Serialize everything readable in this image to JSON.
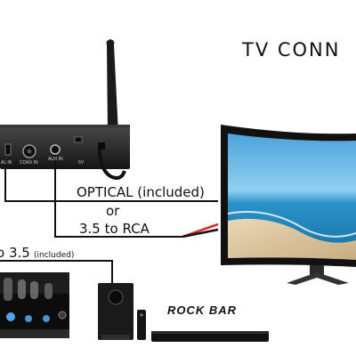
{
  "title": "TV CONN",
  "cable_labels": {
    "optical": "OPTICAL (included)",
    "or": "or",
    "rca": "3.5 to RCA",
    "cable_35": "o 3.5",
    "included": "(included)"
  },
  "device_labels": {
    "rock_bar": "ROCK BAR"
  },
  "transmitter_ports": {
    "port_1": "AL IN",
    "port_2": "COAX IN",
    "port_3": "AUX IN",
    "port_4": "5V"
  },
  "colors": {
    "cable_black": "#111111",
    "cable_red": "#e01e1e",
    "tv_screen_sky": "#5fb6e6",
    "tv_screen_sea": "#1f8fc4",
    "amp_light": "#5ab0ff"
  },
  "icons": [
    "antenna-icon",
    "tv-icon",
    "transmitter-icon",
    "tube-amplifier-icon",
    "speaker-icon",
    "soundbar-icon",
    "remote-icon"
  ]
}
